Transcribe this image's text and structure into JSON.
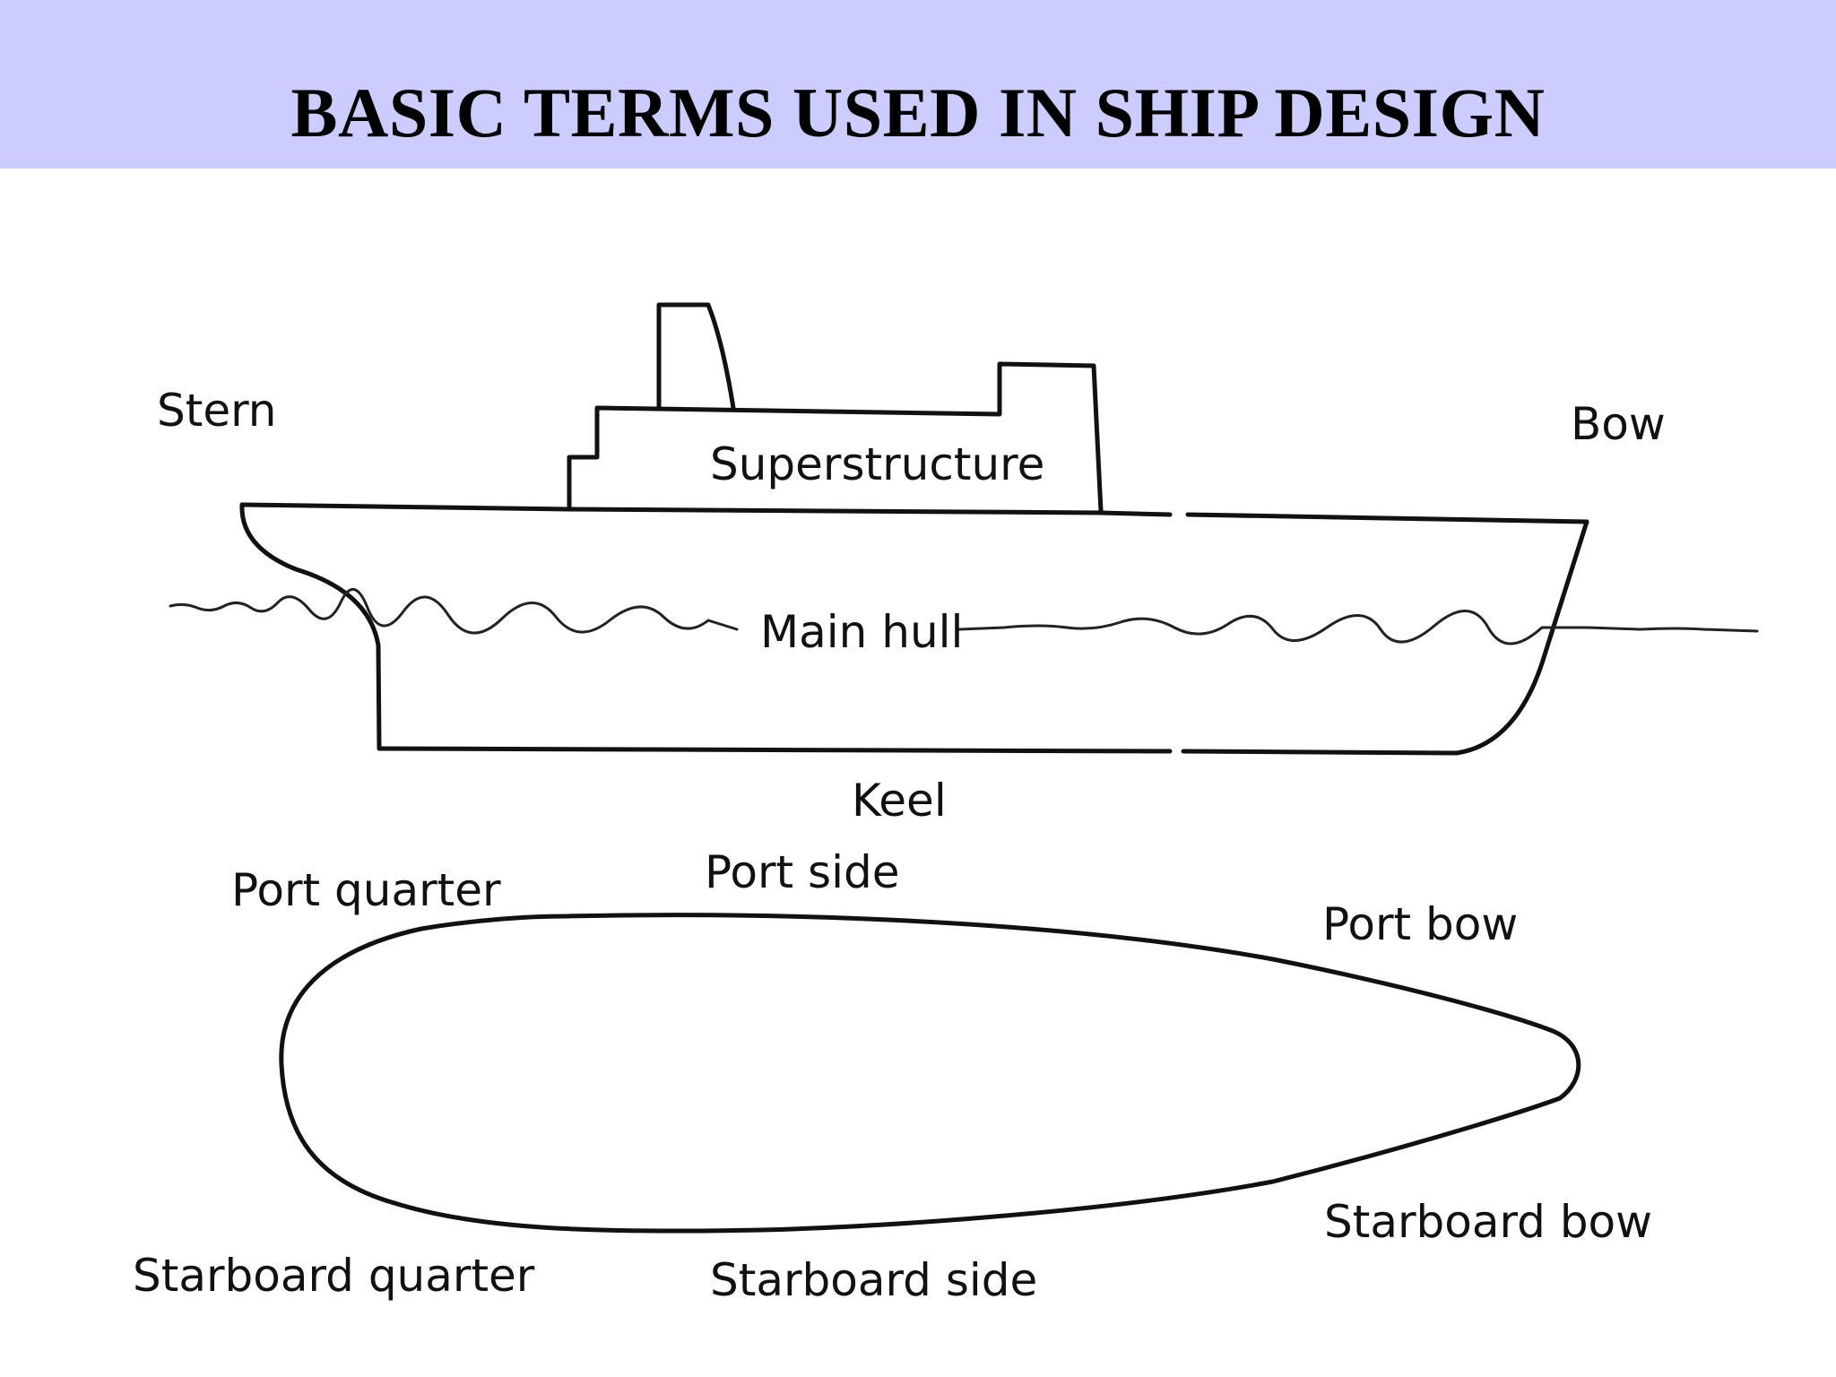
{
  "slide": {
    "title": "BASIC TERMS USED IN SHIP DESIGN",
    "title_bar_color": "#ccccff"
  },
  "profile_view": {
    "labels": {
      "stern": "Stern",
      "bow": "Bow",
      "superstructure": "Superstructure",
      "main_hull": "Main hull",
      "keel": "Keel"
    }
  },
  "plan_view": {
    "labels": {
      "port_quarter": "Port quarter",
      "port_side": "Port side",
      "port_bow": "Port bow",
      "starboard_quarter": "Starboard quarter",
      "starboard_side": "Starboard side",
      "starboard_bow": "Starboard bow"
    }
  }
}
